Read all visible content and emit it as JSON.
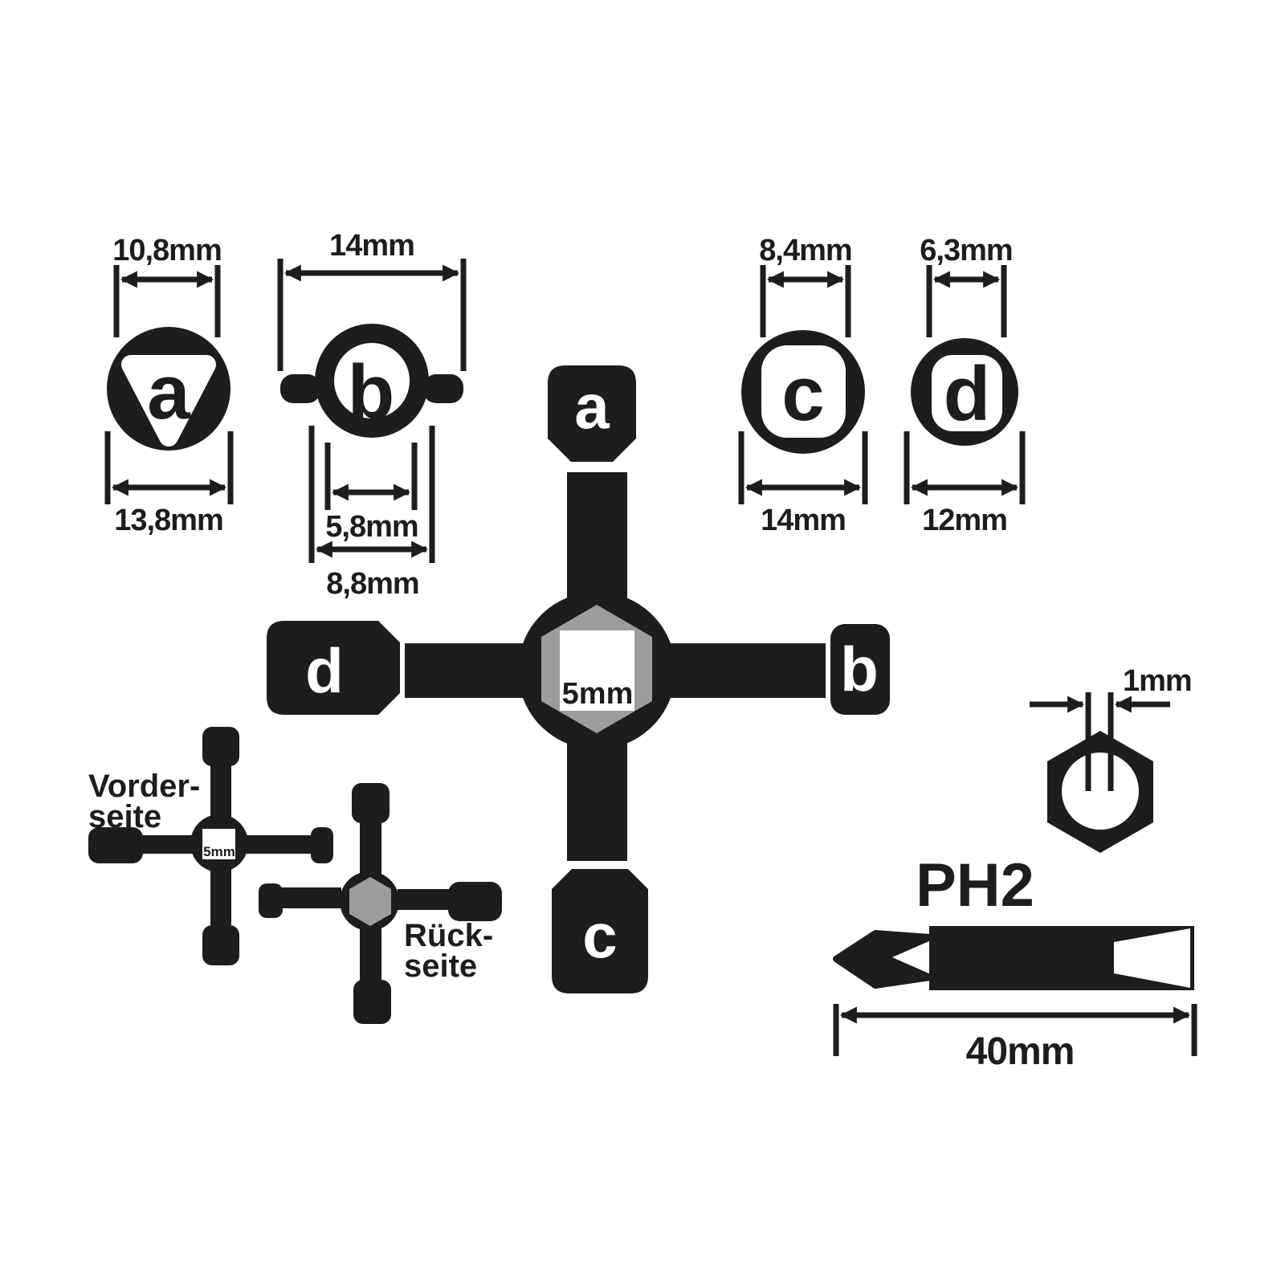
{
  "colors": {
    "ink": "#1d1d1b",
    "gray": "#9d9d9c",
    "background": "#ffffff"
  },
  "profiles": {
    "a": {
      "letter": "a",
      "top_dim": "10,8mm",
      "bottom_dim": "13,8mm"
    },
    "b": {
      "letter": "b",
      "top_dim": "14mm",
      "inner_dim": "5,8mm",
      "outer_dim": "8,8mm"
    },
    "c": {
      "letter": "c",
      "top_dim": "8,4mm",
      "bottom_dim": "14mm"
    },
    "d": {
      "letter": "d",
      "top_dim": "6,3mm",
      "bottom_dim": "12mm"
    }
  },
  "tool": {
    "center_size": "5mm",
    "tips": {
      "a": "a",
      "b": "b",
      "c": "c",
      "d": "d"
    }
  },
  "views": {
    "front": {
      "label_line1": "Vorder-",
      "label_line2": "seite",
      "center_size": "5mm"
    },
    "back": {
      "label_line1": "Rück-",
      "label_line2": "seite"
    }
  },
  "nut": {
    "gap_dim": "1mm"
  },
  "bit": {
    "name": "PH2",
    "length_dim": "40mm"
  }
}
